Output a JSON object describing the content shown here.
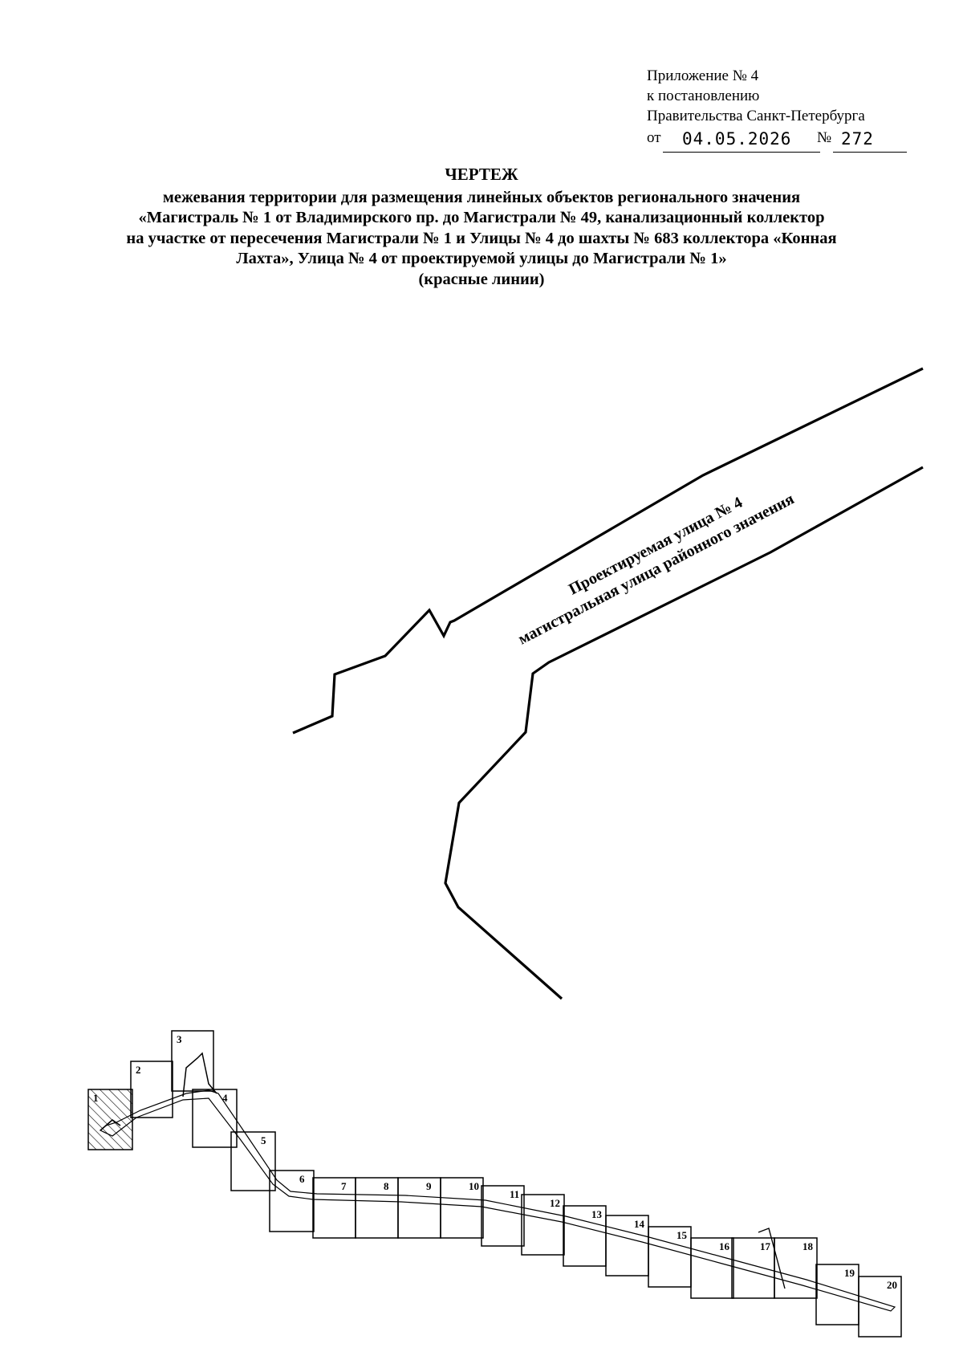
{
  "header": {
    "line1": "Приложение № 4",
    "line2": "к постановлению",
    "line3": "Правительства Санкт-Петербурга",
    "from_label": "от",
    "date": "04.05.2026",
    "number_label": "№",
    "number": "272"
  },
  "title": {
    "main": "ЧЕРТЕЖ",
    "line1": "межевания территории для размещения линейных объектов регионального значения",
    "line2": "«Магистраль № 1 от Владимирского пр. до Магистрали № 49, канализационный коллектор",
    "line3": "на участке от пересечения Магистрали № 1 и Улицы № 4 до шахты № 683 коллектора «Конная",
    "line4": "Лахта», Улица № 4 от проектируемой улицы до Магистрали № 1»",
    "line5": "(красные линии)"
  },
  "map": {
    "street_name": "Проектируемая улица № 4",
    "street_type": "магистральная улица районного значения",
    "line_color": "#000000",
    "hatch_color": "#000000",
    "sheets": [
      "1",
      "2",
      "3",
      "4",
      "5",
      "6",
      "7",
      "8",
      "9",
      "10",
      "11",
      "12",
      "13",
      "14",
      "15",
      "16",
      "17",
      "18",
      "19",
      "20"
    ]
  }
}
